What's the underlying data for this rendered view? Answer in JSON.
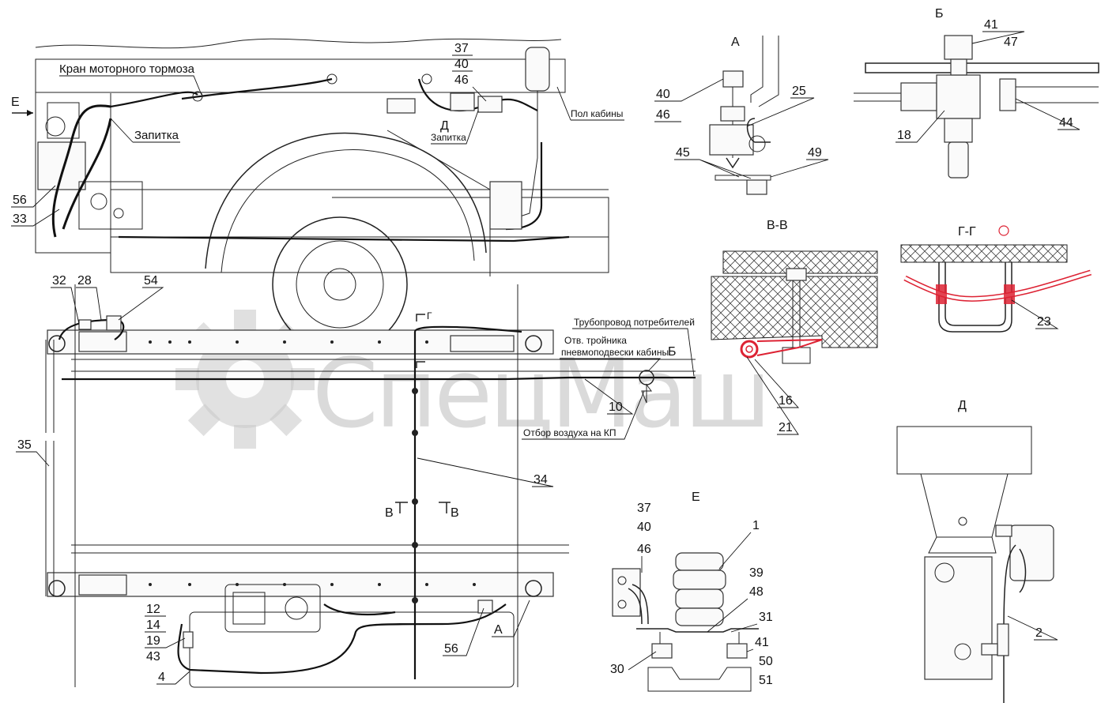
{
  "labels": {
    "motor_brake_valve": "Кран моторного тормоза",
    "feed_1": "Запитка",
    "feed_2": "Запитка",
    "cab_floor": "Пол кабины",
    "consumer_pipeline": "Трубопровод потребителей",
    "tee_outlet_1": "Отв. тройника",
    "tee_outlet_2": "пневмоподвески кабины",
    "gearbox_air": "Отбор воздуха на КП",
    "arrow_e": "Е",
    "view_a": "А",
    "view_b": "Б",
    "section_vv": "В-В",
    "section_gg": "Г-Г",
    "view_d": "Д",
    "view_e": "Е",
    "cut_g": "Г",
    "cut_v_left": "В",
    "cut_v_right": "В",
    "mark_b": "Б",
    "mark_a": "А",
    "mark_d": "Д"
  },
  "callouts": {
    "top_37": "37",
    "top_40": "40",
    "top_46": "46",
    "n56_top": "56",
    "n33": "33",
    "a_40": "40",
    "a_46": "46",
    "a_25": "25",
    "a_45": "45",
    "a_49": "49",
    "b_41": "41",
    "b_47": "47",
    "b_18": "18",
    "b_44": "44",
    "vv_16": "16",
    "vv_21": "21",
    "gg_23": "23",
    "n32": "32",
    "n28": "28",
    "n54": "54",
    "n35": "35",
    "n10": "10",
    "n34": "34",
    "n12": "12",
    "n14": "14",
    "n19": "19",
    "n43": "43",
    "n4": "4",
    "n56_bot": "56",
    "e_37": "37",
    "e_40": "40",
    "e_46": "46",
    "e_1": "1",
    "e_39": "39",
    "e_48": "48",
    "e_31": "31",
    "e_41": "41",
    "e_50": "50",
    "e_51": "51",
    "e_30": "30",
    "d_2": "2"
  },
  "watermark": "СпецМаш",
  "colors": {
    "line": "#111111",
    "highlight": "#d22233",
    "watermark": "#bdbdbd"
  }
}
